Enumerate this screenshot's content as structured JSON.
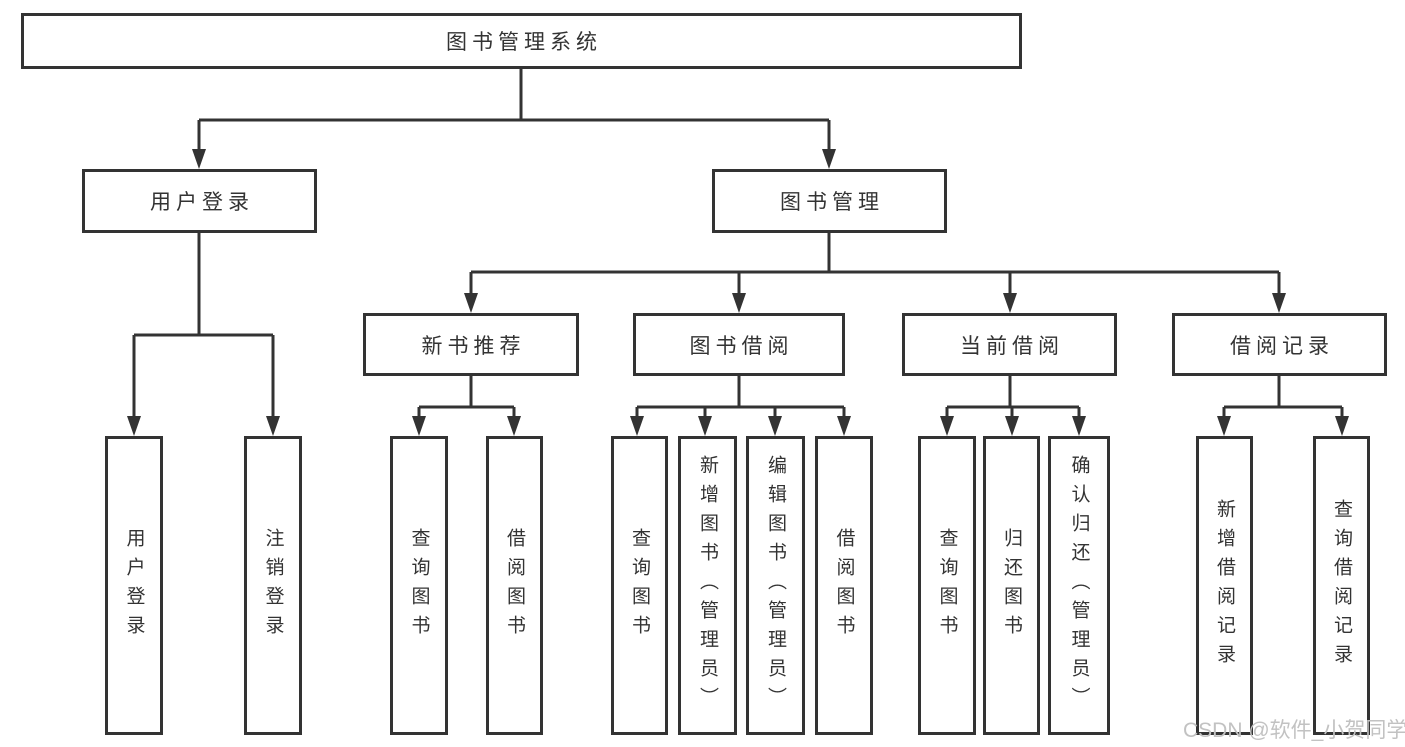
{
  "diagram": {
    "root": {
      "label": "图书管理系统"
    },
    "user_branch": {
      "label": "用户登录",
      "children": [
        "用户登录",
        "注销登录"
      ]
    },
    "book_branch": {
      "label": "图书管理",
      "groups": [
        {
          "label": "新书推荐",
          "children": [
            "查询图书",
            "借阅图书"
          ]
        },
        {
          "label": "图书借阅",
          "children": [
            "查询图书",
            "新增图书（管理员）",
            "编辑图书（管理员）",
            "借阅图书"
          ]
        },
        {
          "label": "当前借阅",
          "children": [
            "查询图书",
            "归还图书",
            "确认归还（管理员）"
          ]
        },
        {
          "label": "借阅记录",
          "children": [
            "新增借阅记录",
            "查询借阅记录"
          ]
        }
      ]
    }
  },
  "watermark": {
    "text": "CSDN @软件_小贺同学"
  },
  "colors": {
    "line": "#333333",
    "text": "#333333",
    "watermark": "#c2c2c2",
    "background": "#ffffff"
  }
}
